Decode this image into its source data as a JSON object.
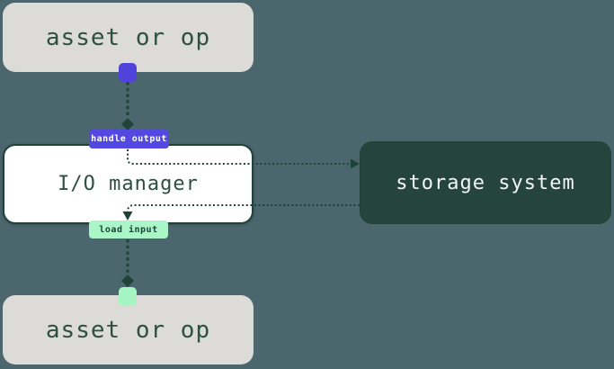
{
  "nodes": {
    "asset_top": {
      "label": "asset or op"
    },
    "io_manager": {
      "label": "I/O manager"
    },
    "storage_system": {
      "label": "storage system"
    },
    "asset_bottom": {
      "label": "asset or op"
    }
  },
  "badges": {
    "handle_output": {
      "label": "handle output"
    },
    "load_input": {
      "label": "load input"
    }
  },
  "colors": {
    "background": "#4C666D",
    "asset_box_bg": "#DCDBD7",
    "asset_box_text": "#2D4F44",
    "io_box_bg": "#FFFFFF",
    "io_box_border": "#1F4339",
    "io_box_text": "#2D4F44",
    "storage_box_bg": "#25453C",
    "storage_box_text": "#F4F6F5",
    "output_accent": "#5348E1",
    "output_handle": "#4F43DC",
    "input_accent": "#AAF6C8",
    "input_handle": "#A5F4C1",
    "badge_output_text": "#FFFFFF",
    "badge_input_text": "#1F4339",
    "connector": "#1F4339"
  }
}
